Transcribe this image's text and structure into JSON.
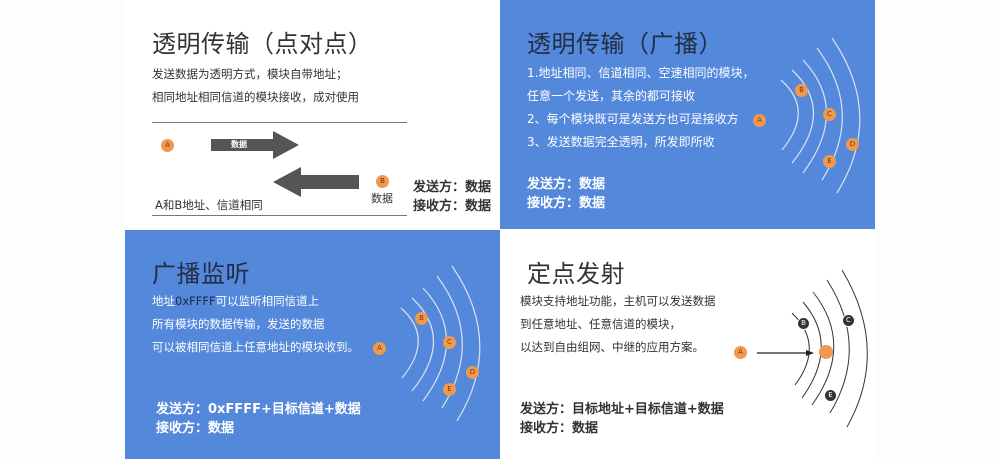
{
  "colors": {
    "panel_blue": "#5488db",
    "node_orange": "#f0984d",
    "arrow_gray": "#555555",
    "node_dark": "#333333"
  },
  "panels": [
    {
      "title": "透明传输（点对点）",
      "desc": [
        "发送数据为透明方式，模块自带地址；",
        "相同地址相同信道的模块接收，成对使用"
      ],
      "diagram": {
        "node_a": "A",
        "node_b": "B",
        "arrow_label": "数据",
        "b_label": "数据",
        "caption": "A和B地址、信道相同"
      },
      "sender": "发送方：数据",
      "receiver": "接收方：数据"
    },
    {
      "title": "透明传输（广播）",
      "desc": [
        "1.地址相同、信道相同、空速相同的模块，",
        "任意一个发送，其余的都可接收",
        "2、每个模块既可是发送方也可是接收方",
        "3、发送数据完全透明，所发即所收"
      ],
      "diagram": {
        "nodes": [
          "A",
          "B",
          "C",
          "D",
          "E"
        ]
      },
      "sender": "发送方：数据",
      "receiver": "接收方：数据"
    },
    {
      "title": "广播监听",
      "desc_line1_prefix": "地址",
      "desc_line1_hex": "0xFFFF",
      "desc_line1_suffix": "可以监听相同信道上",
      "desc": [
        "所有模块的数据传输，发送的数据",
        "可以被相同信道上任意地址的模块收到。"
      ],
      "diagram": {
        "nodes": [
          "A",
          "B",
          "C",
          "D",
          "E"
        ]
      },
      "sender": "发送方：0xFFFF+目标信道+数据",
      "receiver": "接收方：数据"
    },
    {
      "title": "定点发射",
      "desc": [
        "模块支持地址功能，主机可以发送数据",
        "到任意地址、任意信道的模块，",
        "以达到自由组网、中继的应用方案。"
      ],
      "diagram": {
        "nodes": [
          "A",
          "B",
          "C",
          "E"
        ]
      },
      "sender": "发送方：目标地址+目标信道+数据",
      "receiver": "接收方：数据"
    }
  ]
}
